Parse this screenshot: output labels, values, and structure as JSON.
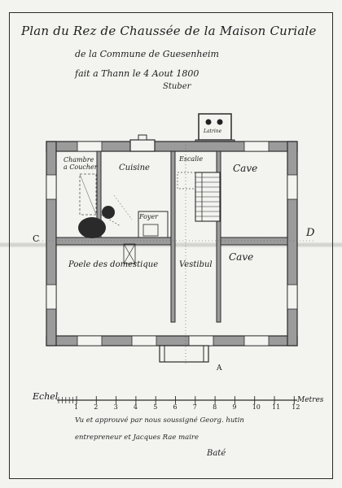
{
  "document": {
    "title_line1": "Plan du Rez de Chaussée de la Maison Curiale",
    "title_line2": "de la Commune de Guesenheim",
    "title_line3": "fait a Thann le 4 Aout 1800",
    "title_signature": "Stuber",
    "marks": {
      "left": "C",
      "right": "D",
      "bottom": "A"
    },
    "rooms": {
      "chambre": "Chambre a Coucher",
      "cuisine": "Cuisine",
      "escalier": "Escalie",
      "cave_top": "Cave",
      "foyer": "Foyer",
      "poele": "Poele des domestique",
      "vestibul": "Vestibul",
      "cave_bottom": "Cave",
      "latrine": "Latrine"
    },
    "scale": {
      "label": "Echel",
      "unit": "Metres",
      "ticks": [
        "1",
        "2",
        "3",
        "4",
        "5",
        "6",
        "7",
        "8",
        "9",
        "10",
        "11",
        "12"
      ]
    },
    "approval_line1": "Vu et approuvé par nous soussigné Georg. hutin",
    "approval_line2": "entrepreneur et Jacques Rae maire",
    "approval_signature": "Baté"
  },
  "colors": {
    "ink": "#1f1f1f",
    "wall": "#9b9b9b",
    "paper": "#f3f3f0"
  }
}
